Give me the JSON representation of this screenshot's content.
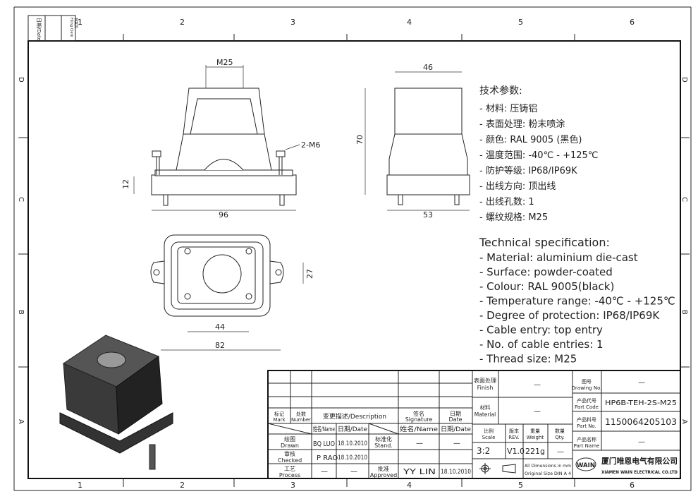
{
  "frame": {
    "col_labels": [
      "1",
      "2",
      "3",
      "4",
      "5",
      "6"
    ],
    "row_labels": [
      "D",
      "C",
      "B",
      "A"
    ],
    "filing": {
      "date": "日期/Date",
      "filing_check": "档案员 Filing Clerk"
    }
  },
  "views": {
    "front": {
      "dim_m25": "M25",
      "dim_2m6": "2-M6",
      "dim_12": "12",
      "dim_96": "96"
    },
    "side": {
      "dim_46": "46",
      "dim_70": "70",
      "dim_53": "53"
    },
    "top": {
      "dim_27": "27",
      "dim_44": "44",
      "dim_82": "82"
    }
  },
  "spec_cn": {
    "title": "技术参数:",
    "items": [
      "- 材料: 压铸铝",
      "- 表面处理: 粉末喷涂",
      "- 颜色: RAL 9005 (黑色)",
      "- 温度范围: -40℃ - +125℃",
      "- 防护等级: IP68/IP69K",
      "- 出线方向: 顶出线",
      "- 出线孔数: 1",
      "- 螺纹规格: M25"
    ]
  },
  "spec_en": {
    "title": "Technical specification:",
    "items": [
      "- Material: aluminium die-cast",
      "- Surface: powder-coated",
      "- Colour: RAL 9005(black)",
      "- Temperature range: -40℃ - +125℃",
      "- Degree of protection: IP68/IP69K",
      "- Cable entry: top entry",
      "- No. of cable entries: 1",
      "- Thread size: M25"
    ]
  },
  "title_block": {
    "mark": "标记 Mark",
    "number": "处数 Number",
    "description": "变更描述/Description",
    "signature": "签名 Signature",
    "date": "日期 Date",
    "name_h": "姓名/Name",
    "date_h": "日期/Date",
    "name_h2": "姓名/Name",
    "date_h2": "日期/Date",
    "drawn": "绘图 Drawn",
    "drawn_name": "BQ LUO",
    "drawn_date": "18.10.2010",
    "stand": "标准化 Stand.",
    "stand_name": "—",
    "stand_date": "—",
    "checked": "审核 Checked",
    "checked_name": "P RAO",
    "checked_date": "18.10.2010",
    "process": "工艺 Process",
    "process_name": "—",
    "process_date": "—",
    "approved": "批准 Approved",
    "approved_name": "YY LIN",
    "approved_date": "18.10.2010",
    "finish": "表面处理 Finish",
    "finish_val": "—",
    "material": "材料 Material",
    "material_val": "—",
    "scale": "比例 Scale",
    "scale_val": "3:2",
    "rev": "版本 REV.",
    "rev_val": "V1.0",
    "weight": "重量 Weight",
    "weight_val": "221g",
    "qty": "数量 Qty.",
    "qty_val": "—",
    "dims_note1": "All Dimensions in mm",
    "dims_note2": "Original Size DIN A 4",
    "drawing_no": "图号 Drawing No.",
    "drawing_no_val": "—",
    "part_code": "产品代号 Part Code",
    "part_code_val": "HP6B-TEH-2S-M25",
    "part_no": "产品料号 Part No.",
    "part_no_val": "1150064205103",
    "part_name": "产品名称 Part Name",
    "part_name_val": "—",
    "logo": "WAIN",
    "company_cn": "厦门唯恩电气有限公司",
    "company_en": "XIAMEN WAIN ELECTRICAL CO.LTD"
  }
}
